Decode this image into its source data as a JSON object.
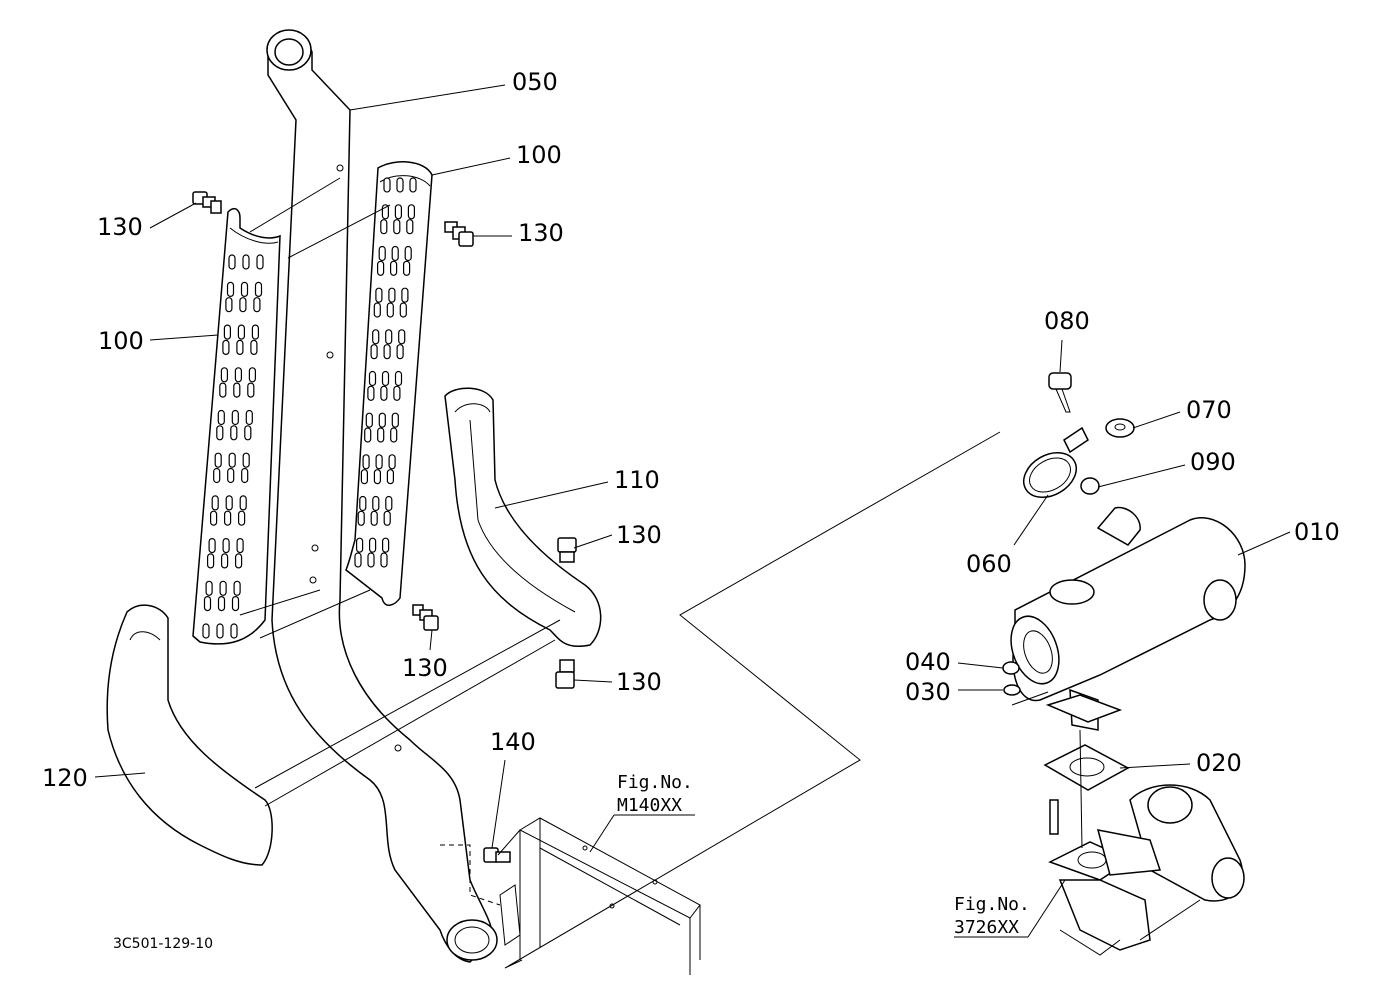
{
  "parts": {
    "p050": "050",
    "p100_right": "100",
    "p100_left": "100",
    "p130_left_top": "130",
    "p130_right_top": "130",
    "p130_mid": "130",
    "p130_elbow_top": "130",
    "p130_elbow_bottom": "130",
    "p110": "110",
    "p120": "120",
    "p140": "140",
    "p010": "010",
    "p020": "020",
    "p030": "030",
    "p040": "040",
    "p060": "060",
    "p070": "070",
    "p080": "080",
    "p090": "090"
  },
  "references": {
    "fig1_title": "Fig.No.",
    "fig1_code": "M140XX",
    "fig2_title": "Fig.No.",
    "fig2_code": "3726XX"
  },
  "drawing_code": "3C501-129-10"
}
